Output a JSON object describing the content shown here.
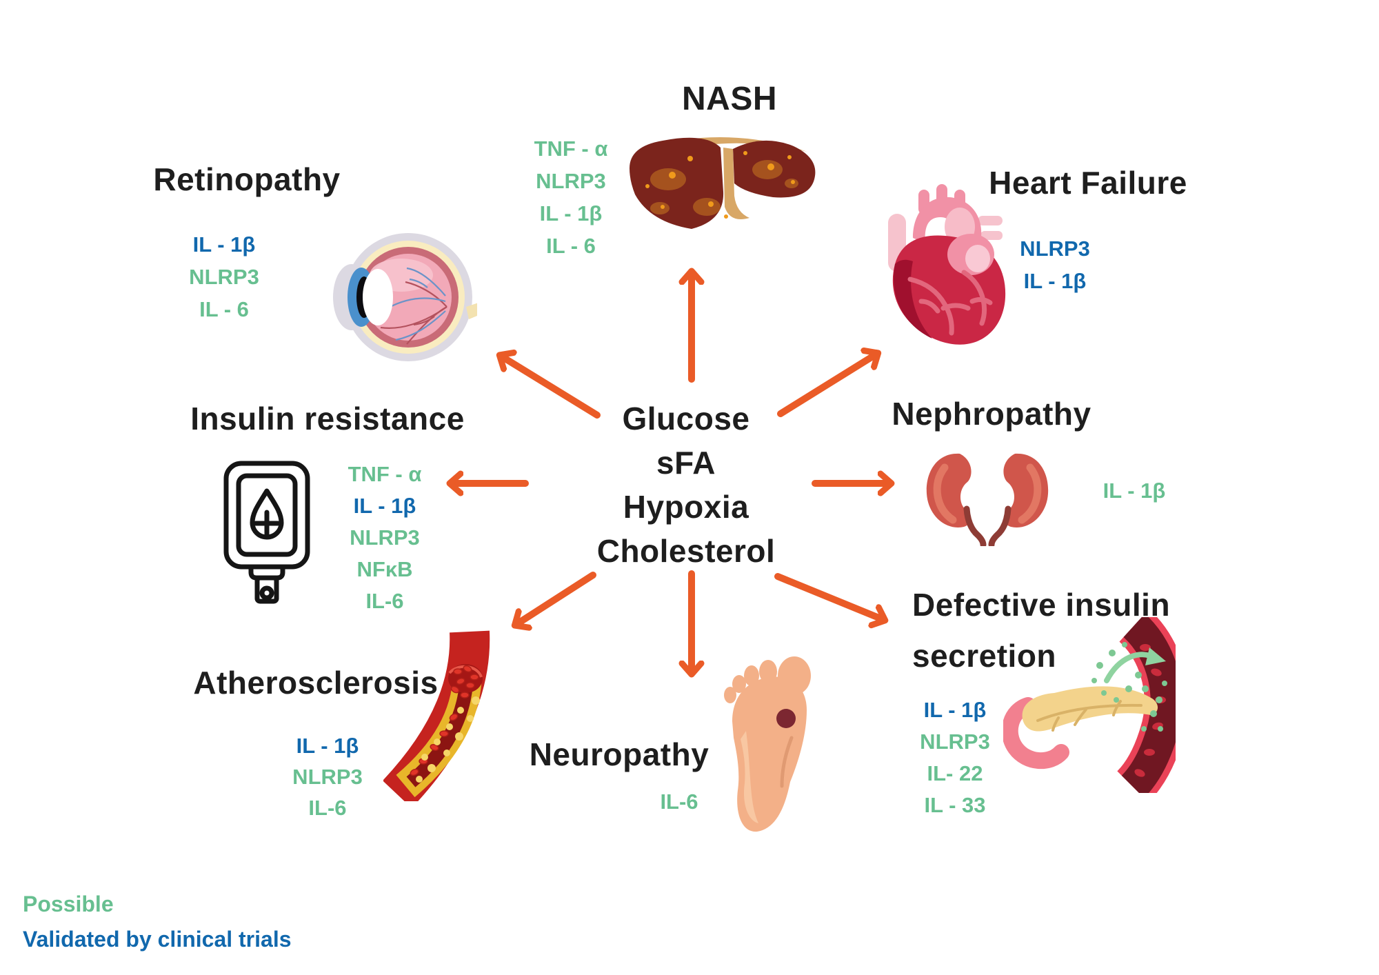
{
  "colors": {
    "green": "#67bf90",
    "blue": "#1168ad",
    "orange": "#ea5b27"
  },
  "center": {
    "lines": [
      "Glucose",
      "sFA",
      "Hypoxia",
      "Cholesterol"
    ]
  },
  "legend": {
    "items": [
      {
        "label": "Possible",
        "status": "possible"
      },
      {
        "label": "Validated by clinical trials",
        "status": "validated"
      }
    ]
  },
  "sections": {
    "nash": {
      "title": "NASH",
      "icon": "liver-icon",
      "mediators": [
        {
          "label": "TNF - α",
          "status": "possible"
        },
        {
          "label": "NLRP3",
          "status": "possible"
        },
        {
          "label": "IL - 1β",
          "status": "possible"
        },
        {
          "label": "IL - 6",
          "status": "possible"
        }
      ]
    },
    "heart_failure": {
      "title": "Heart Failure",
      "icon": "heart-icon",
      "mediators": [
        {
          "label": "NLRP3",
          "status": "validated"
        },
        {
          "label": "IL - 1β",
          "status": "validated"
        }
      ]
    },
    "nephropathy": {
      "title": "Nephropathy",
      "icon": "kidneys-icon",
      "mediators": [
        {
          "label": "IL - 1β",
          "status": "possible"
        }
      ]
    },
    "defective_insulin_secretion": {
      "title": "Defective insulin",
      "title_line2": "secretion",
      "icon": "pancreas-icon",
      "mediators": [
        {
          "label": "IL - 1β",
          "status": "validated"
        },
        {
          "label": "NLRP3",
          "status": "possible"
        },
        {
          "label": "IL- 22",
          "status": "possible"
        },
        {
          "label": "IL - 33",
          "status": "possible"
        }
      ]
    },
    "neuropathy": {
      "title": "Neuropathy",
      "icon": "foot-icon",
      "mediators": [
        {
          "label": "IL-6",
          "status": "possible"
        }
      ]
    },
    "atherosclerosis": {
      "title": "Atherosclerosis",
      "icon": "artery-icon",
      "mediators": [
        {
          "label": "IL - 1β",
          "status": "validated"
        },
        {
          "label": "NLRP3",
          "status": "possible"
        },
        {
          "label": "IL-6",
          "status": "possible"
        }
      ]
    },
    "insulin_resistance": {
      "title": "Insulin resistance",
      "icon": "glucometer-icon",
      "mediators": [
        {
          "label": "TNF - α",
          "status": "possible"
        },
        {
          "label": "IL - 1β",
          "status": "validated"
        },
        {
          "label": "NLRP3",
          "status": "possible"
        },
        {
          "label": "NFκB",
          "status": "possible"
        },
        {
          "label": "IL-6",
          "status": "possible"
        }
      ]
    },
    "retinopathy": {
      "title": "Retinopathy",
      "icon": "eye-icon",
      "mediators": [
        {
          "label": "IL - 1β",
          "status": "validated"
        },
        {
          "label": "NLRP3",
          "status": "possible"
        },
        {
          "label": "IL - 6",
          "status": "possible"
        }
      ]
    }
  }
}
